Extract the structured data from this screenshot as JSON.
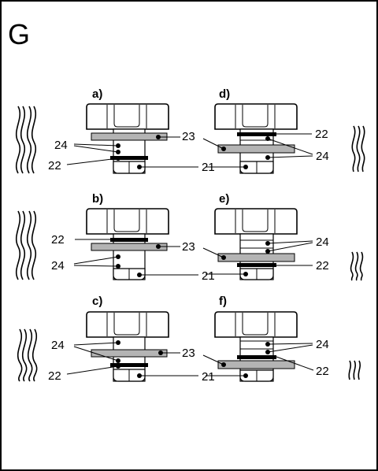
{
  "figure_letter": "G",
  "panels": [
    {
      "id": "a",
      "label": "a)"
    },
    {
      "id": "b",
      "label": "b)"
    },
    {
      "id": "c",
      "label": "c)"
    },
    {
      "id": "d",
      "label": "d)"
    },
    {
      "id": "e",
      "label": "e)"
    },
    {
      "id": "f",
      "label": "f)"
    }
  ],
  "part_numbers": {
    "n21": "21",
    "n22": "22",
    "n23": "23",
    "n24": "24"
  },
  "colors": {
    "line": "#000000",
    "washer": "#b4b4b4",
    "background": "#ffffff"
  }
}
